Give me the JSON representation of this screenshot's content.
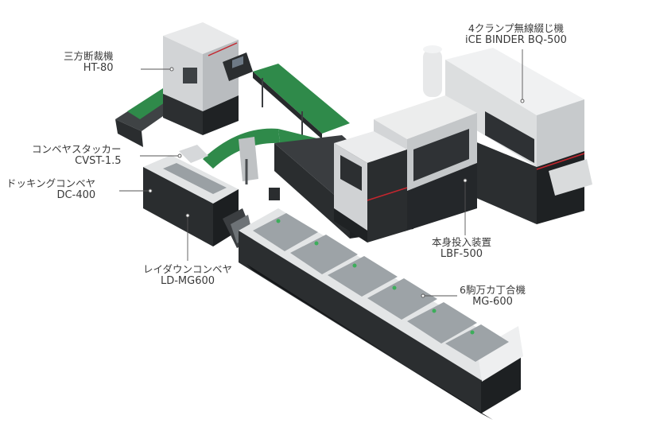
{
  "labels": {
    "ht80": {
      "jp": "三方断裁機",
      "en": "HT-80"
    },
    "bq500": {
      "jp": "4クランプ無線綴じ機",
      "en": "iCE BINDER BQ-500"
    },
    "cvst": {
      "jp": "コンベヤスタッカー",
      "en": "CVST-1.5"
    },
    "dc400": {
      "jp": "ドッキングコンベヤ",
      "en": "DC-400"
    },
    "lbf500": {
      "jp": "本身投入装置",
      "en": "LBF-500"
    },
    "ldmg": {
      "jp": "レイダウンコンベヤ",
      "en": "LD-MG600"
    },
    "mg600": {
      "jp": "6駒万カ丁合機",
      "en": "MG-600"
    }
  }
}
